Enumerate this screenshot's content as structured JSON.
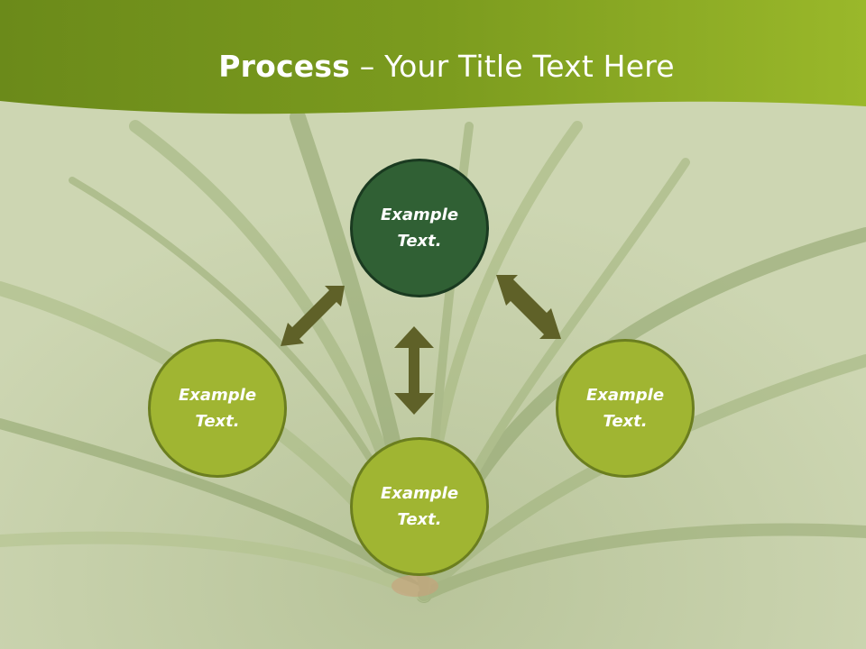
{
  "title": {
    "bold": "Process",
    "rest": " – Your Title Text Here"
  },
  "nodes": {
    "top": {
      "line1": "Example",
      "line2": "Text."
    },
    "left": {
      "line1": "Example",
      "line2": "Text."
    },
    "right": {
      "line1": "Example",
      "line2": "Text."
    },
    "bottom": {
      "line1": "Example",
      "line2": "Text."
    }
  },
  "colors": {
    "header": "#7d9a1c",
    "node_fill": "#a0b532",
    "node_fill_center": "#306034",
    "arrow": "#5f6128"
  }
}
